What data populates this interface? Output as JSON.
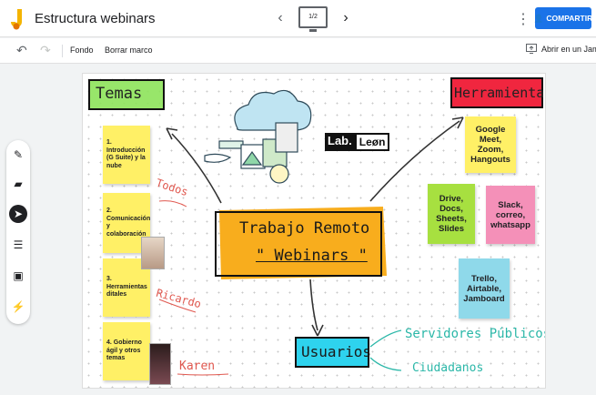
{
  "app": {
    "title": "Estructura webinars",
    "frame_indicator": "1/2",
    "share_label": "COMPARTIR",
    "colors": {
      "accent": "#1a73e8",
      "logo": "#f4b400"
    }
  },
  "toolbar": {
    "fondo_label": "Fondo",
    "borrar_label": "Borrar marco",
    "open_label": "Abrir en un Jamb"
  },
  "canvas": {
    "headers": {
      "temas": "Temas",
      "herramientas": "Herramientas",
      "center_line1": "Trabajo Remoto",
      "center_line2": "\" Webinars \"",
      "usuarios": "Usuarios"
    },
    "logo": {
      "part1": "Lab.",
      "part2": "Leøn"
    },
    "temas_notes": [
      "1. Introducción (G Suite) y la nube",
      "2. Comunicación y colaboración",
      "3. Herramientas ditales",
      "4. Gobierno ágil y otros temas"
    ],
    "tool_notes": [
      "Google Meet, Zoom, Hangouts",
      "Drive, Docs, Sheets, Slides",
      "Slack, correo, whatsapp",
      "Trello, Airtable, Jamboard"
    ],
    "names": {
      "todos": "Todos",
      "ricardo": "Ricardo",
      "karen": "Karen"
    },
    "audiences": {
      "servidores": "Servidores Públicos",
      "ciudadanos": "Ciudadanos"
    }
  }
}
